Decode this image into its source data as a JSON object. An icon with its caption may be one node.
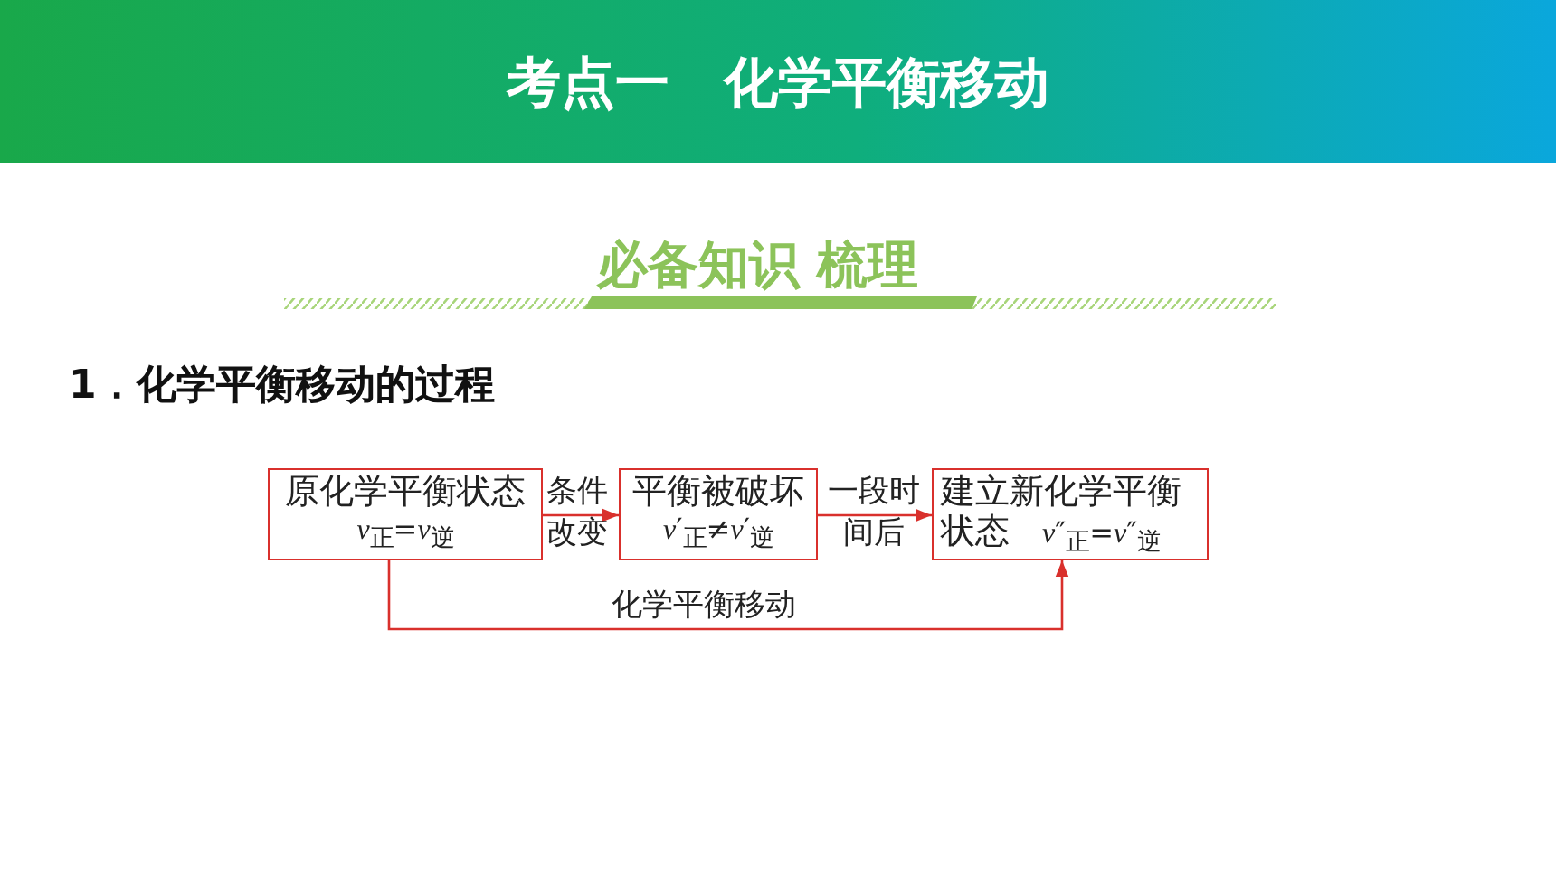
{
  "diagram": {
    "title": "考点一　化学平衡移动",
    "nodes": [
      {
        "text": [
          "原化学平衡状态",
          "*v*$_{正}$=*v*$_{逆}$"
        ]
      },
      {
        "text": [
          "平衡被破坏",
          "*v*′$_{正}$≠*v*′$_{逆}$"
        ]
      },
      {
        "text": [
          "建立新化学平衡状态",
          "*v*″$_{正}$=*v*″$_{逆}$"
        ]
      }
    ],
    "edges": [
      {
        "from": 0,
        "to": 1,
        "arrow": "to",
        "label": "条件改变"
      },
      {
        "from": 1,
        "to": 2,
        "arrow": "to",
        "label": "一段时间后"
      },
      {
        "from": 0,
        "to": 2,
        "arrow": "to",
        "label": "化学平衡移动"
      }
    ],
    "labels": [
      "必备知识 梳理",
      "1．化学平衡移动的过程"
    ]
  }
}
